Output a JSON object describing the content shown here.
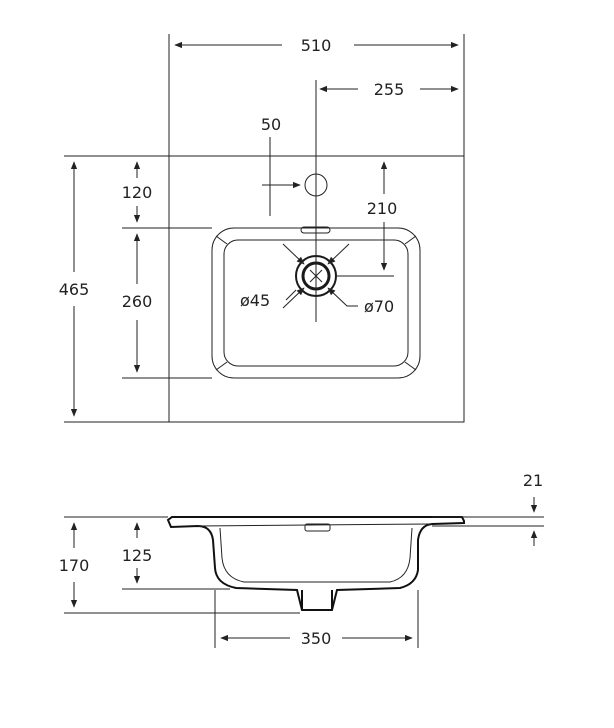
{
  "top_view": {
    "width": "510",
    "half_width": "255",
    "tap_offset": "50",
    "tap_depth": "120",
    "drain_offset": "210",
    "depth": "465",
    "bowl_depth": "260",
    "drain_dia_small": "ø45",
    "drain_dia_large": "ø70"
  },
  "side_view": {
    "rim_thickness": "21",
    "total_height": "170",
    "bowl_height": "125",
    "bowl_width": "350"
  }
}
